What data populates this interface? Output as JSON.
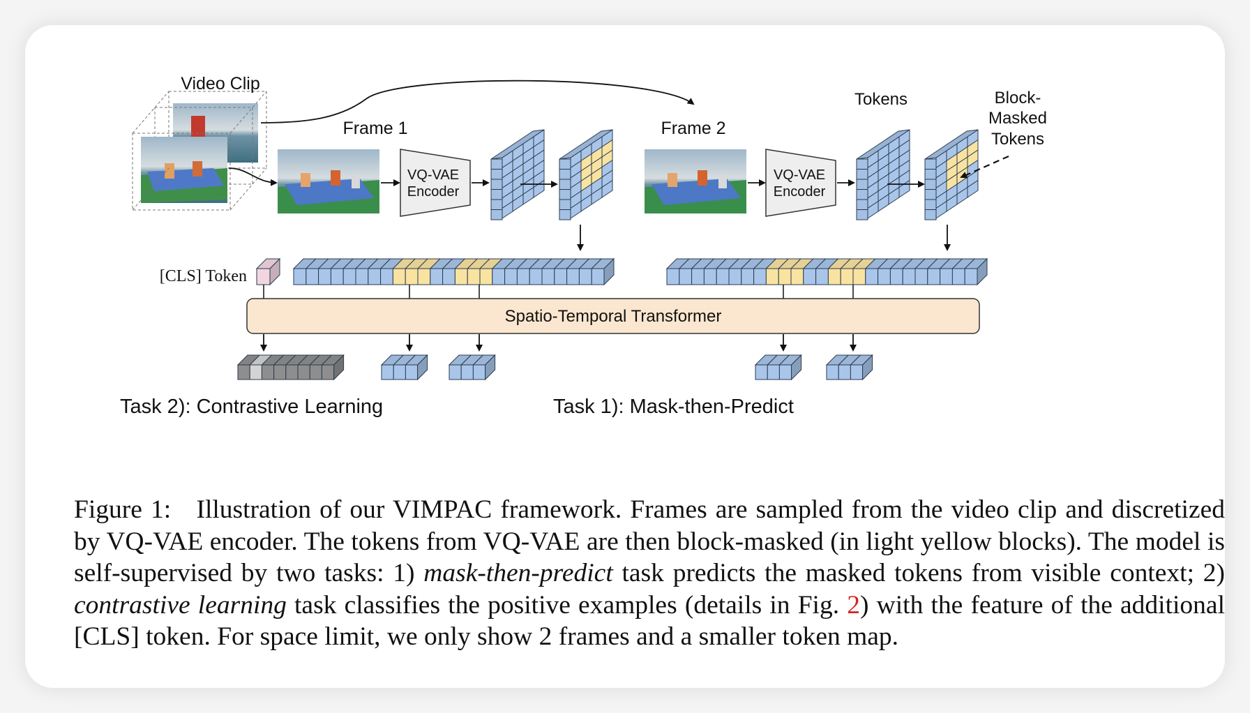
{
  "labels": {
    "video_clip": "Video Clip",
    "frame1": "Frame 1",
    "frame2": "Frame 2",
    "tokens": "Tokens",
    "block_masked_line1": "Block-",
    "block_masked_line2": "Masked",
    "block_masked_line3": "Tokens",
    "encoder1_line1": "VQ-VAE",
    "encoder1_line2": "Encoder",
    "encoder2_line1": "VQ-VAE",
    "encoder2_line2": "Encoder",
    "cls_token": "[CLS] Token",
    "transformer": "Spatio-Temporal Transformer",
    "task2": "Task 2): Contrastive Learning",
    "task1": "Task 1): Mask-then-Predict"
  },
  "caption": {
    "figure_label": "Figure 1:",
    "part1": "Illustration of our VIMPAC framework. Frames are sampled from the video clip and discretized by VQ-VAE encoder. The tokens from VQ-VAE are then block-masked (in light yellow blocks). The model is self-supervised by two tasks: 1)",
    "mtp": "mask-then-predict",
    "part2": "task predicts the masked tokens from visible context; 2)",
    "cl": "contrastive learning",
    "part3": "task classifies the positive examples (details in Fig.",
    "fig_ref": "2",
    "part4": ") with the feature of the additional [CLS] token. For space limit, we only show 2 frames and a smaller token map."
  },
  "colors": {
    "token_blue": "#a9c6ea",
    "token_masked": "#f9e3a1",
    "cls_pink": "#f2d5e0",
    "transformer_fill": "#fbe6cf",
    "encoder_fill": "#eeeeee",
    "output_gray": "#8e8e8e",
    "caption_ref_red": "#d8231f"
  }
}
